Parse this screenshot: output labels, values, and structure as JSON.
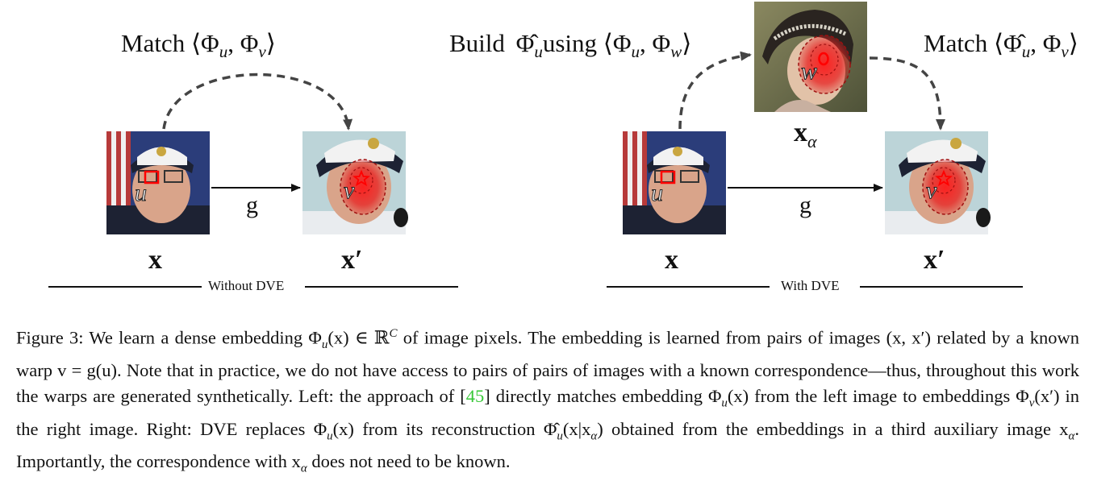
{
  "left_panel": {
    "match_label_prefix": "Match ⟨Φ",
    "match_sub_u": "u",
    "match_mid": ", Φ",
    "match_sub_v": "v",
    "match_suffix": "⟩",
    "source_label": "x",
    "target_label": "x′",
    "warp_label": "g",
    "point_u": "u",
    "point_v": "v",
    "divider_text": "Without DVE"
  },
  "right_panel": {
    "build_prefix": "Build",
    "build_phi": "Φ̂",
    "build_sub_u": "u",
    "build_using": "using ⟨Φ",
    "build_sub_u2": "u",
    "build_mid": ", Φ",
    "build_sub_w": "w",
    "build_suffix": "⟩",
    "match_prefix": "Match ⟨",
    "match_phi_hat": "Φ̂",
    "match_sub_u": "u",
    "match_mid": ", Φ",
    "match_sub_v": "v",
    "match_suffix": "⟩",
    "source_label": "x",
    "target_label": "x′",
    "aux_label": "x",
    "aux_sub": "α",
    "warp_label": "g",
    "point_u": "u",
    "point_v": "v",
    "point_w": "w",
    "divider_text": "With DVE"
  },
  "caption": {
    "part1": "Figure 3: We learn a dense embedding Φ",
    "part1_sub": "u",
    "part2": "(x) ∈ ℝ",
    "part2_sup": "C",
    "part3": " of image pixels. The embedding is learned from pairs of images (x, x′) related by a known warp v = g(u). Note that in practice, we do not have access to pairs of pairs of images with a known correspondence—thus, throughout this work the warps are generated synthetically. Left: the approach of [",
    "citation": "45",
    "part4": "] directly matches embedding Φ",
    "part4_sub": "u",
    "part5": "(x) from the left image to embeddings Φ",
    "part5_sub": "v",
    "part6": "(x′) in the right image. Right: DVE replaces Φ",
    "part6_sub": "u",
    "part7": "(x) from its reconstruction Φ̂",
    "part7_sub": "u",
    "part8": "(x|x",
    "part8_sub": "α",
    "part9": ") obtained from the embeddings in a third auxiliary image x",
    "part9_sub": "α",
    "part10": ". Importantly, the correspondence with x",
    "part10_sub": "α",
    "part11": " does not need to be known."
  },
  "colors": {
    "citation": "#37c837",
    "heat_red": "#e02020",
    "arrow_dashed": "#444444",
    "uniform_navy": "#1d2233",
    "flag_blue": "#2b3d7a",
    "painting_bg": "#6e7250"
  }
}
